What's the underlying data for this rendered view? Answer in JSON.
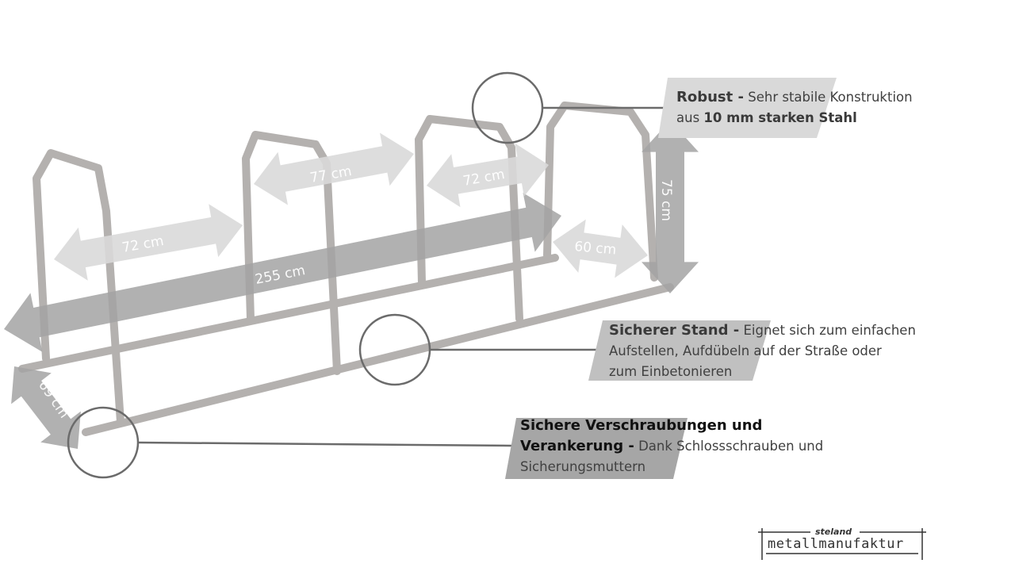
{
  "dimensions": {
    "width_1": "72 cm",
    "width_2": "77 cm",
    "width_3": "72 cm",
    "total_length": "255 cm",
    "end_width": "60 cm",
    "height": "75 cm",
    "depth": "69 cm"
  },
  "callouts": [
    {
      "title": "Robust -",
      "text_1": "Sehr stabile Konstruktion",
      "text_2": "aus",
      "bold_2": "10 mm starken Stahl"
    },
    {
      "title": "Sicherer Stand -",
      "text_1": "Eignet sich zum einfachen",
      "text_2": "Aufstellen, Aufdübeln auf der Straße oder",
      "text_3": "zum Einbetonieren"
    },
    {
      "title_1": "Sichere Verschraubungen und",
      "title_2": "Verankerung -",
      "text_1": "Dank Schlossschrauben und",
      "text_2": "Sicherungsmuttern"
    }
  ],
  "logo": {
    "brand": "steland",
    "name": "metallmanufaktur"
  },
  "colors": {
    "steel": "#b4b1af",
    "light_arrow": "#d9d9d9",
    "dark_arrow": "#a3a3a3",
    "circle": "#6b6b6b"
  }
}
